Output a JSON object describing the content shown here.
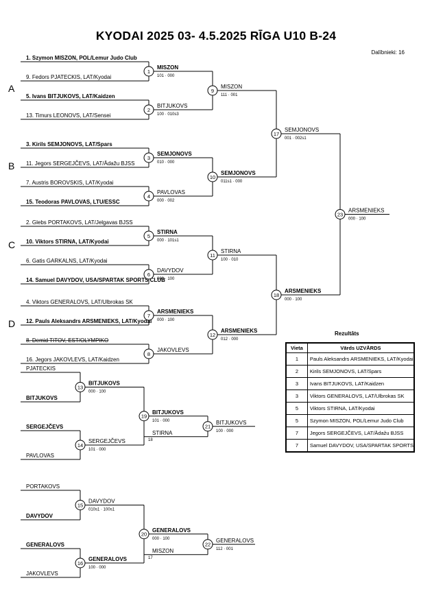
{
  "header": {
    "title": "KYODAI 2025 03-  4.5.2025  RĪGA   U10 B-24",
    "participants": "Dalībnieki: 16"
  },
  "groups": [
    "A",
    "B",
    "C",
    "D"
  ],
  "bracket": {
    "seeds": [
      {
        "name": "1. Szymon MISZON, POL/Lemur Judo Club",
        "bold": true
      },
      {
        "name": "9. Fedors PJATECKIS, LAT/Kyodai",
        "bold": false
      },
      {
        "name": "5. Ivans BITJUKOVS, LAT/Kaidzen",
        "bold": true
      },
      {
        "name": "13. Timurs LEONOVS, LAT/Sensei",
        "bold": false
      },
      {
        "name": "3. Kirils SEMJONOVS, LAT/Spars",
        "bold": true
      },
      {
        "name": "11. Jegors SERGEJČEVS, LAT/Ādažu BJSS",
        "bold": false
      },
      {
        "name": "7. Austris BOROVSKIS, LAT/Kyodai",
        "bold": false
      },
      {
        "name": "15. Teodoras PAVLOVAS, LTU/ESSC",
        "bold": true
      },
      {
        "name": "2. Glebs PORTAKOVS, LAT/Jelgavas BJSS",
        "bold": false
      },
      {
        "name": "10. Viktors STIRNA, LAT/Kyodai",
        "bold": true
      },
      {
        "name": "6. Gatis GARKALNS, LAT/Kyodai",
        "bold": false
      },
      {
        "name": "14. Samuel DAVYDOV, USA/SPARTAK SPORTS CLUB",
        "bold": true
      },
      {
        "name": "4. Viktors GENERALOVS, LAT/Ulbrokas SK",
        "bold": false
      },
      {
        "name": "12. Pauls Aleksandrs ARSMENIEKS, LAT/Kyodai",
        "bold": true
      },
      {
        "name": "8. Demid TITOV, EST/OLYMPIKO",
        "bold": false,
        "struck": true
      },
      {
        "name": "16. Jegors JAKOVLEVS, LAT/Kaidzen",
        "bold": false
      }
    ],
    "round1": [
      {
        "num": "1",
        "winner": "MISZON",
        "winner_bold": true,
        "score": "101 · 000"
      },
      {
        "num": "2",
        "winner": "BITJUKOVS",
        "winner_bold": false,
        "score": "100 · 010s3"
      },
      {
        "num": "3",
        "winner": "SEMJONOVS",
        "winner_bold": true,
        "score": "010 · 000"
      },
      {
        "num": "4",
        "winner": "PAVLOVAS",
        "winner_bold": false,
        "score": "000 · 002"
      },
      {
        "num": "5",
        "winner": "STIRNA",
        "winner_bold": true,
        "score": "000 · 101s1"
      },
      {
        "num": "6",
        "winner": "DAVYDOV",
        "winner_bold": false,
        "score": "000 · 100"
      },
      {
        "num": "7",
        "winner": "ARSMENIEKS",
        "winner_bold": true,
        "score": "000 · 100"
      },
      {
        "num": "8",
        "winner": "JAKOVLEVS",
        "winner_bold": false,
        "score": ""
      }
    ],
    "round2": [
      {
        "num": "9",
        "winner": "MISZON",
        "winner_bold": false,
        "score": "111 · 001"
      },
      {
        "num": "10",
        "winner": "SEMJONOVS",
        "winner_bold": true,
        "score": "011s1 · 000"
      },
      {
        "num": "11",
        "winner": "STIRNA",
        "winner_bold": false,
        "score": "100 · 010"
      },
      {
        "num": "12",
        "winner": "ARSMENIEKS",
        "winner_bold": true,
        "score": "012 · 000"
      }
    ],
    "semis": [
      {
        "num": "17",
        "winner": "SEMJONOVS",
        "winner_bold": false,
        "score": "001 · 002s1"
      },
      {
        "num": "18",
        "winner": "ARSMENIEKS",
        "winner_bold": true,
        "score": "000 · 100"
      }
    ],
    "final": {
      "num": "23",
      "winner": "ARSMENIEKS",
      "winner_bold": false,
      "score": "000 · 100"
    }
  },
  "repechage": [
    {
      "entrants": [
        {
          "name": "PJATECKIS",
          "bold": false
        },
        {
          "name": "BITJUKOVS",
          "bold": true
        },
        {
          "name": "SERGEJČEVS",
          "bold": true
        },
        {
          "name": "PAVLOVAS",
          "bold": false
        }
      ],
      "r1": [
        {
          "num": "13",
          "winner": "BITJUKOVS",
          "winner_bold": true,
          "score": "000 · 100"
        },
        {
          "num": "14",
          "winner": "SERGEJČEVS",
          "winner_bold": false,
          "score": "101 · 000"
        }
      ],
      "r2": {
        "num": "19",
        "winner": "BITJUKOVS",
        "winner_bold": true,
        "score": "101 · 000"
      },
      "cross": {
        "name": "STIRNA",
        "bold": false,
        "mark": "18"
      },
      "bronze": {
        "num": "21",
        "winner": "BITJUKOVS",
        "winner_bold": false,
        "score": "100 · 000"
      }
    },
    {
      "entrants": [
        {
          "name": "PORTAKOVS",
          "bold": false
        },
        {
          "name": "DAVYDOV",
          "bold": true
        },
        {
          "name": "GENERALOVS",
          "bold": true
        },
        {
          "name": "JAKOVLEVS",
          "bold": false
        }
      ],
      "r1": [
        {
          "num": "15",
          "winner": "DAVYDOV",
          "winner_bold": false,
          "score": "010s1 · 100s1"
        },
        {
          "num": "16",
          "winner": "GENERALOVS",
          "winner_bold": true,
          "score": "100 · 000"
        }
      ],
      "r2": {
        "num": "20",
        "winner": "GENERALOVS",
        "winner_bold": true,
        "score": "000 · 100"
      },
      "cross": {
        "name": "MISZON",
        "bold": false,
        "mark": "17"
      },
      "bronze": {
        "num": "22",
        "winner": "GENERALOVS",
        "winner_bold": false,
        "score": "112 · 001"
      }
    }
  ],
  "results": {
    "title": "Rezultāts",
    "headers": [
      "Vieta",
      "Vārds UZVĀRDS"
    ],
    "rows": [
      {
        "place": "1",
        "name": "Pauls Aleksandrs ARSMENIEKS, LAT/Kyodai"
      },
      {
        "place": "2",
        "name": "Kirils SEMJONOVS, LAT/Spars"
      },
      {
        "place": "3",
        "name": "Ivans BITJUKOVS, LAT/Kaidzen"
      },
      {
        "place": "3",
        "name": "Viktors GENERALOVS, LAT/Ulbrokas SK"
      },
      {
        "place": "5",
        "name": "Viktors STIRNA, LAT/Kyodai"
      },
      {
        "place": "5",
        "name": "Szymon MISZON, POL/Lemur Judo Club"
      },
      {
        "place": "7",
        "name": "Jegors SERGEJČEVS, LAT/Ādažu BJSS"
      },
      {
        "place": "7",
        "name": "Samuel DAVYDOV, USA/SPARTAK SPORTS"
      }
    ]
  }
}
